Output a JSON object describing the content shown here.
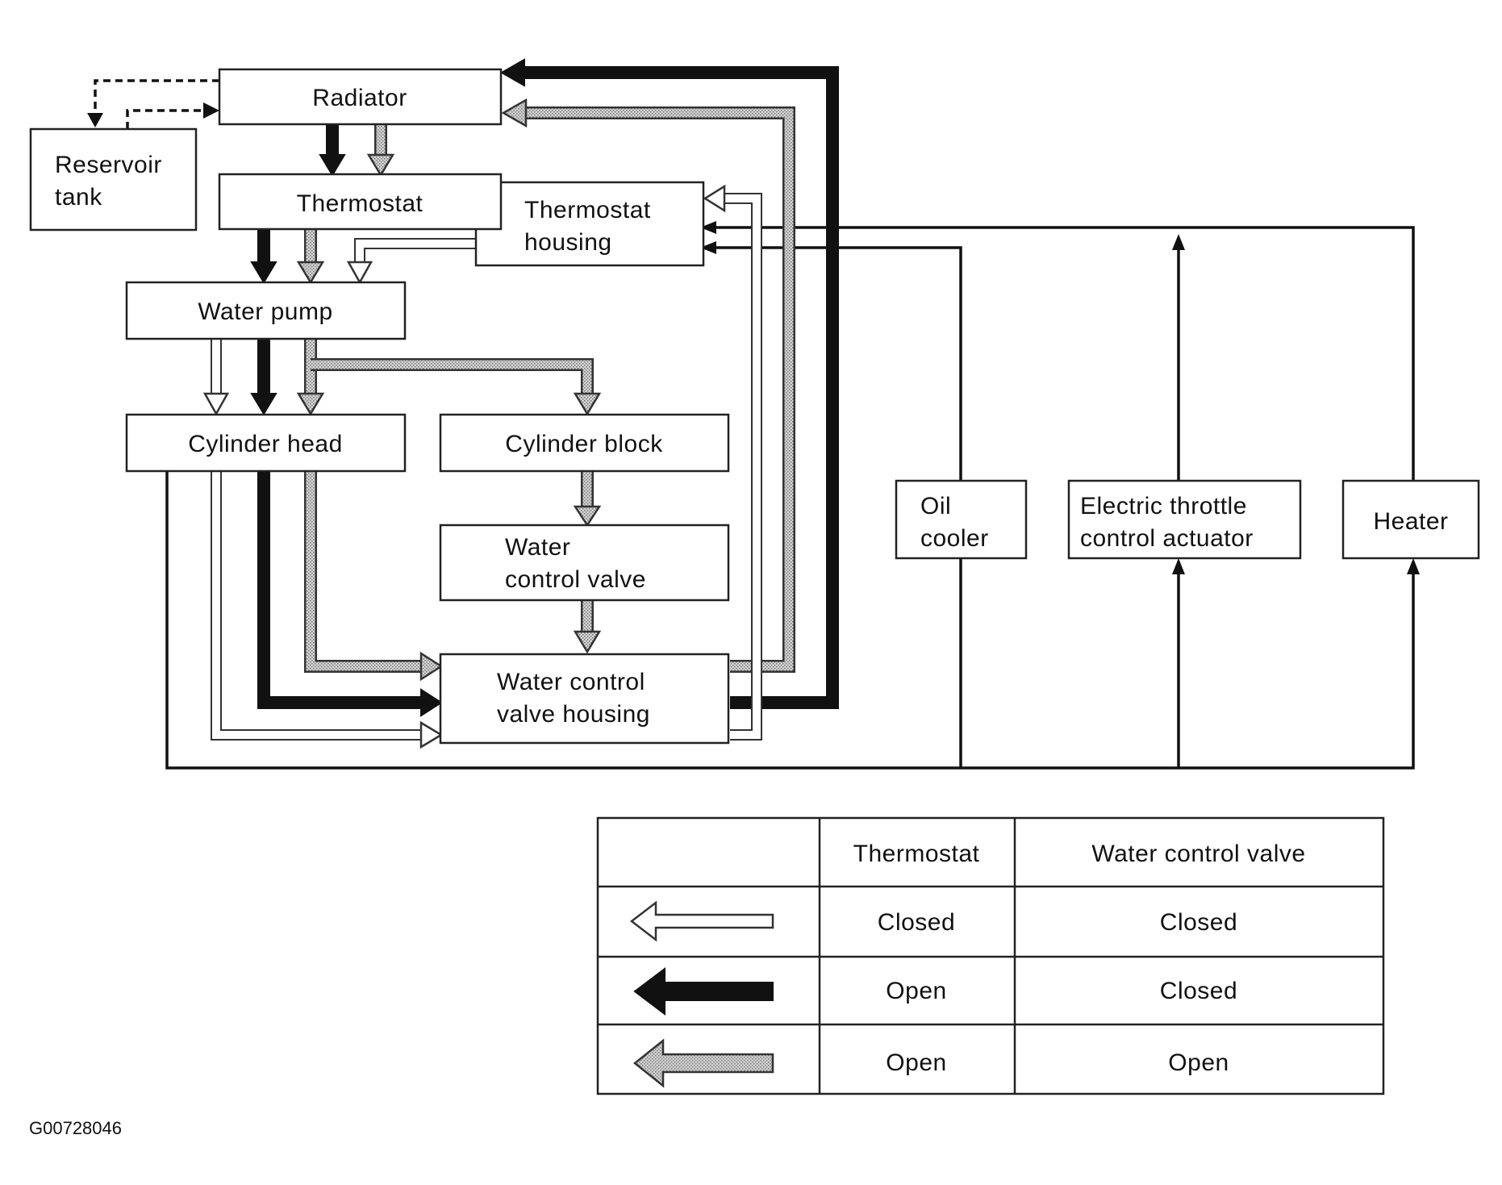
{
  "nodes": {
    "radiator": [
      "Radiator"
    ],
    "reservoir_tank": [
      "Reservoir",
      "tank"
    ],
    "thermostat": [
      "Thermostat"
    ],
    "thermostat_housing": [
      "Thermostat",
      "housing"
    ],
    "water_pump": [
      "Water pump"
    ],
    "cylinder_head": [
      "Cylinder head"
    ],
    "cylinder_block": [
      "Cylinder block"
    ],
    "water_control_valve": [
      "Water",
      "control valve"
    ],
    "water_control_valve_housing": [
      "Water control",
      "valve housing"
    ],
    "oil_cooler": [
      "Oil",
      "cooler"
    ],
    "electric_throttle_control_actuator": [
      "Electric throttle",
      "control actuator"
    ],
    "heater": [
      "Heater"
    ]
  },
  "legend": {
    "headers": [
      "",
      "Thermostat",
      "Water control valve"
    ],
    "rows": [
      {
        "arrow_style": "white-outline",
        "thermostat": "Closed",
        "water_control_valve": "Closed"
      },
      {
        "arrow_style": "black",
        "thermostat": "Open",
        "water_control_valve": "Closed"
      },
      {
        "arrow_style": "gray-dotted",
        "thermostat": "Open",
        "water_control_valve": "Open"
      }
    ]
  },
  "figure_code": "G00728046",
  "colors": {
    "black_flow": "#111111",
    "gray_flow": "#c4c4c4",
    "white_flow": "#ffffff",
    "line": "#222222"
  }
}
